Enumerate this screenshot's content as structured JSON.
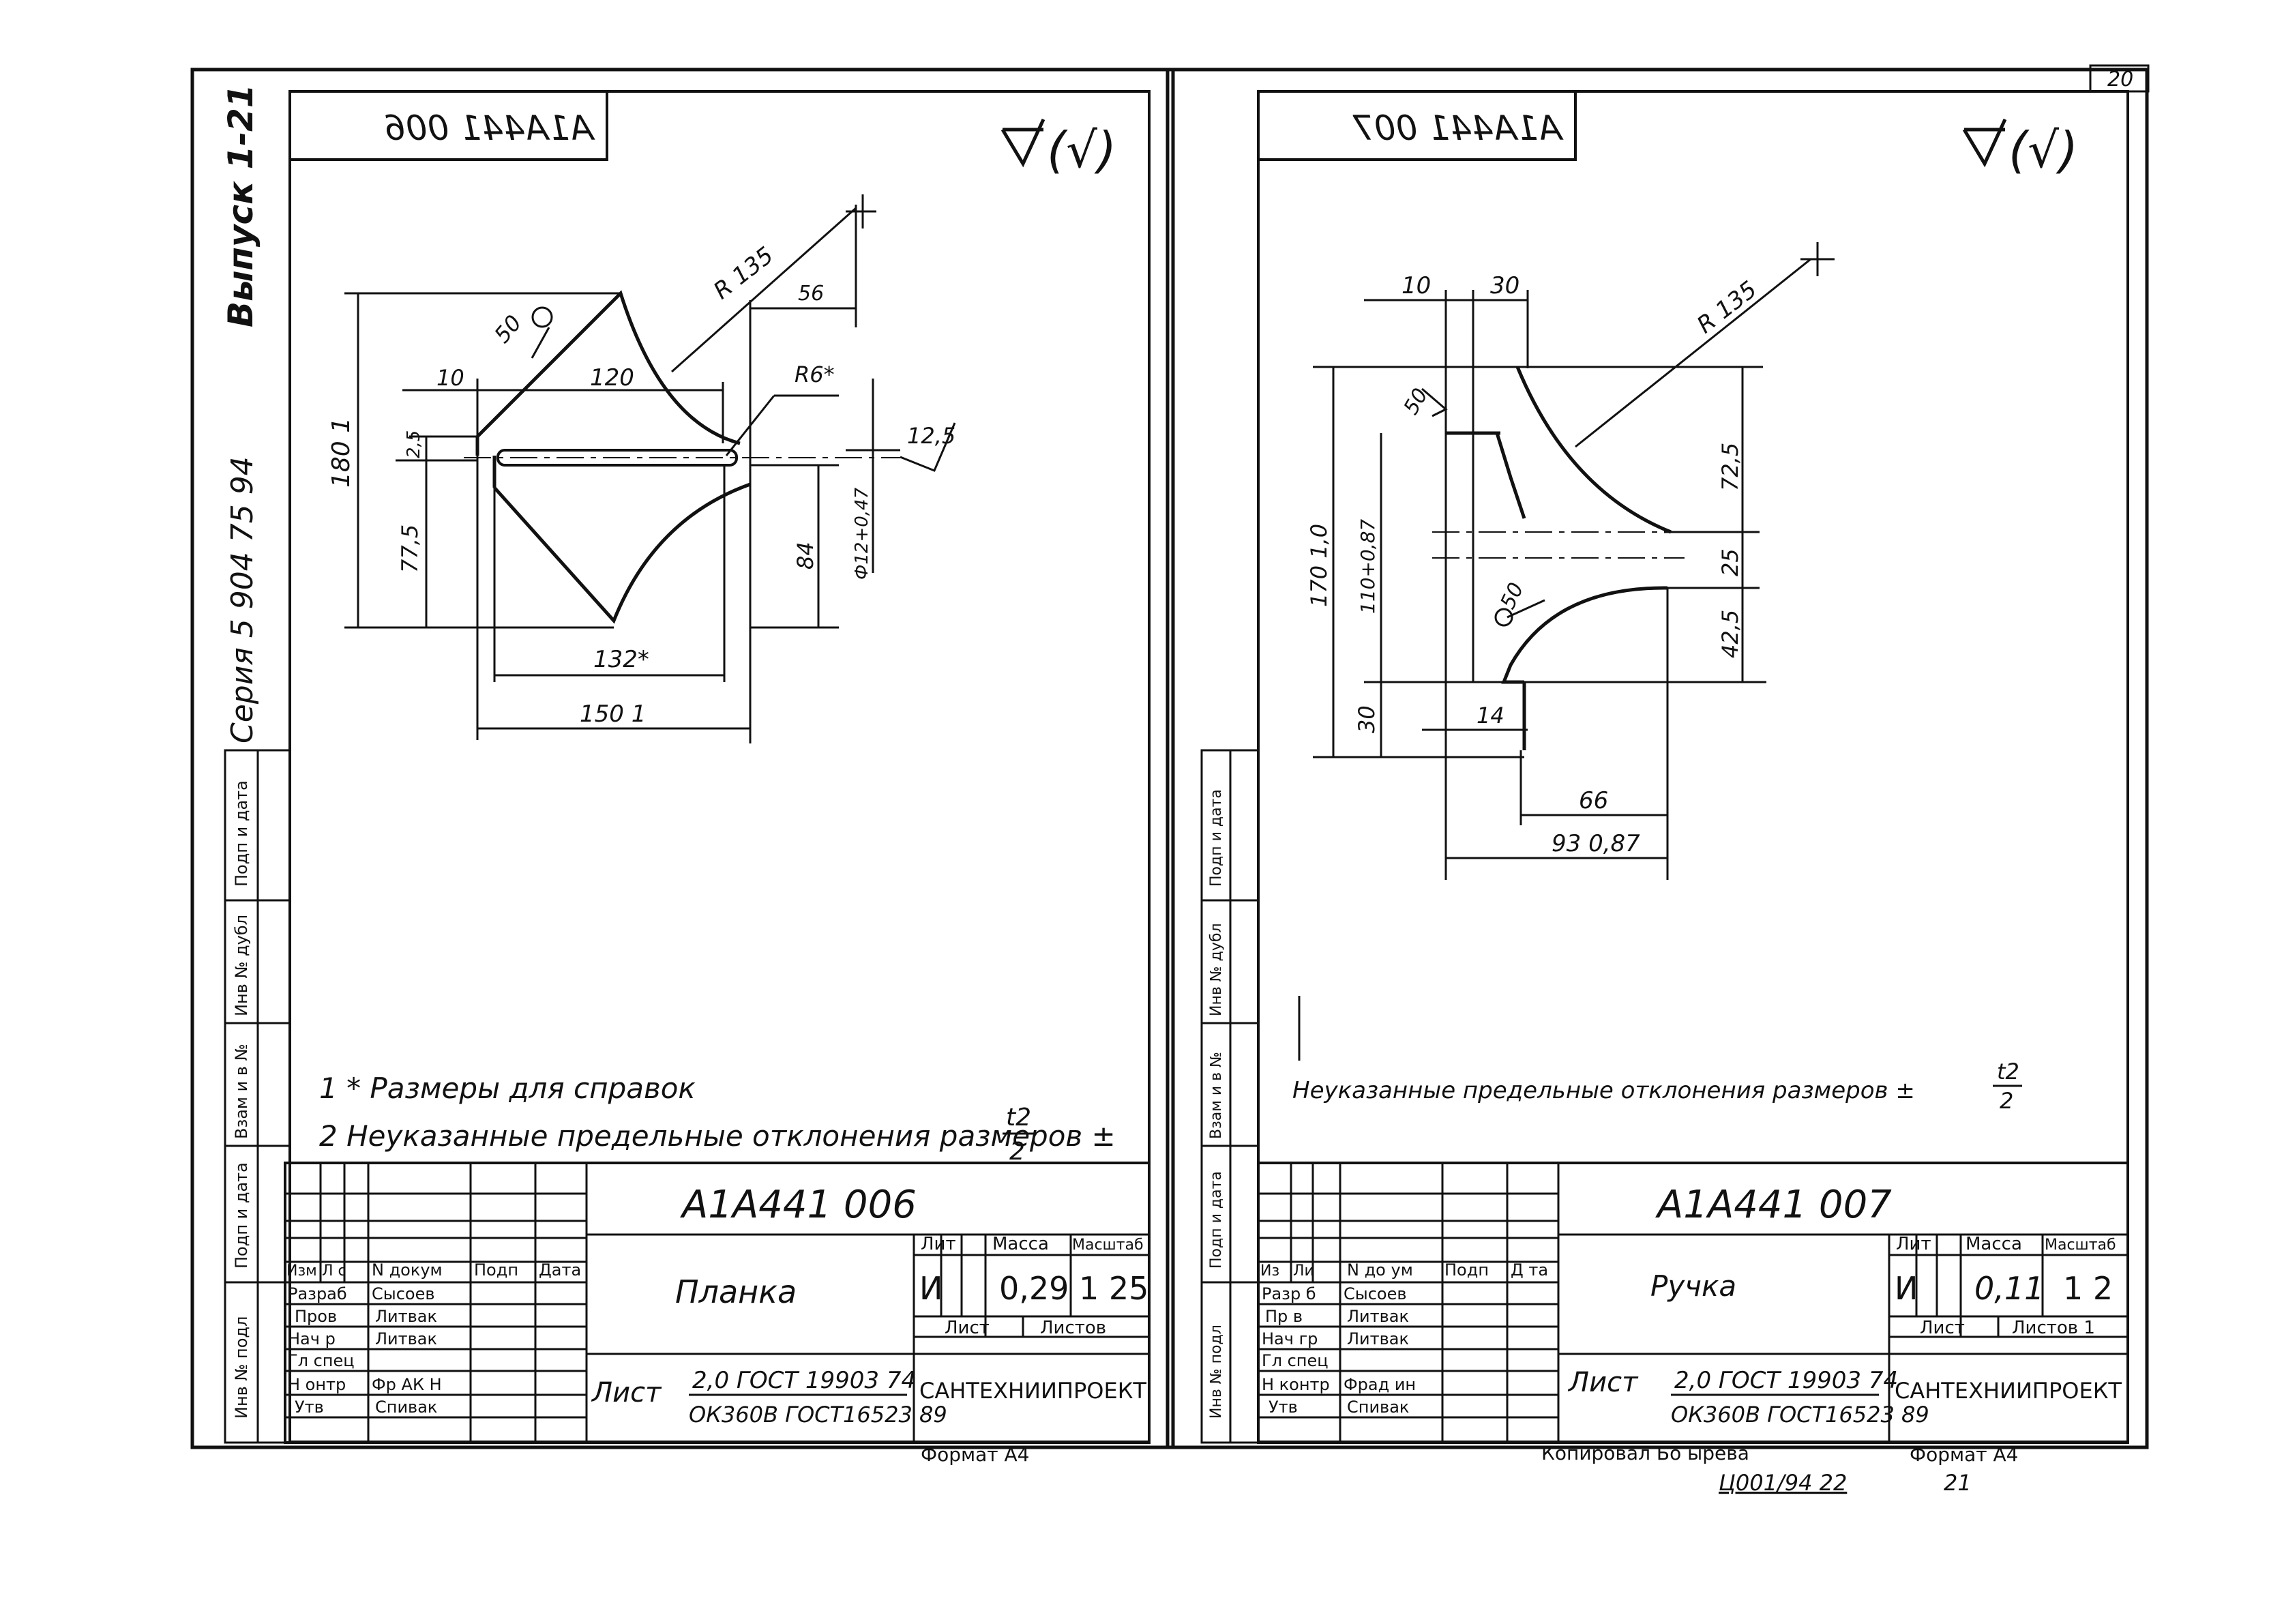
{
  "sheet_number": "20",
  "left_margin": {
    "issue": "Выпуск 1-21",
    "series": "Серия 5 904 75 94",
    "stamp": [
      "Подп и дата",
      "Инв № дубл",
      "Взам и в №",
      "Подп и дата",
      "Инв № подл"
    ]
  },
  "surface_sign": "(√)",
  "left": {
    "mirrored_code": "А1А441 006",
    "dims": {
      "r135": "R 135",
      "d56": "56",
      "d50": "50",
      "d10": "10",
      "d120": "120",
      "r6": "R6*",
      "d125": "12,5",
      "d180": "180 1",
      "d25": "2,5",
      "d775": "77,5",
      "d84": "84",
      "phi": "Ф12+0,47",
      "d132": "132*",
      "d150": "150 1"
    },
    "notes": [
      "1 * Размеры для справок",
      "2 Неуказанные предельные отклонения размеров ±"
    ],
    "note_frac": {
      "num": "t2",
      "den": "2"
    },
    "title_block": {
      "designation": "А1А441 006",
      "name": "Планка",
      "headers": {
        "izm": "Изм",
        "list": "Л с",
        "doc": "N докум",
        "sign": "Подп",
        "date": "Дата"
      },
      "roles": [
        "Разраб",
        "Пров",
        "Нач р",
        "Гл спец",
        "Н онтр",
        "Утв"
      ],
      "people": [
        "Сысоев",
        "Литвак",
        "Литвак",
        "",
        "Фр АК Н",
        "Спивак"
      ],
      "lit_label": "Лит",
      "mass_label": "Масса",
      "scale_label": "Масштаб",
      "lit": "И",
      "mass": "0,29",
      "scale": "1 25",
      "sheet_label": "Лист",
      "sheets_label": "Листов",
      "material_label": "Лист",
      "material_top": "2,0 ГОСТ 19903 74",
      "material_bottom": "ОК360В  ГОСТ16523 89",
      "org": "САНТЕХНИИПРОЕКТ",
      "format": "Формат А4"
    }
  },
  "right": {
    "mirrored_code": "А1А441 007",
    "dims": {
      "d10": "10",
      "d30t": "30",
      "r135": "R 135",
      "d50a": "50",
      "d725": "72,5",
      "d170": "170 1,0",
      "d110": "110+0,87",
      "d50b": "50",
      "d25": "25",
      "d425": "42,5",
      "d30l": "30",
      "d14": "14",
      "d66": "66",
      "d93": "93 0,87"
    },
    "note": "Неуказанные предельные отклонения размеров ±",
    "note_frac": {
      "num": "t2",
      "den": "2"
    },
    "title_block": {
      "designation": "А1А441 007",
      "name": "Ручка",
      "headers": {
        "izm": "Из",
        "list": "Ли",
        "doc": "N до ум",
        "sign": "Подп",
        "date": "Д та"
      },
      "roles": [
        "Разр б",
        "Пр в",
        "Нач гр",
        "Гл спец",
        "Н контр",
        "Утв"
      ],
      "people": [
        "Сысоев",
        "Литвак",
        "Литвак",
        "",
        "Фрад ин",
        "Спивак"
      ],
      "lit_label": "Лит",
      "mass_label": "Масса",
      "scale_label": "Масштаб",
      "lit": "И",
      "mass": "0,11",
      "scale": "1 2",
      "sheet_label": "Лист",
      "sheets_label": "Листов 1",
      "material_label": "Лист",
      "material_top": "2,0 ГОСТ 19903 74",
      "material_bottom": "ОК360В  ГОСТ16523 89",
      "org": "САНТЕХНИИПРОЕКТ",
      "format": "Формат А4"
    }
  },
  "bottom": {
    "copied": "Копировал Бо  ырева",
    "order": "Ц001/94 22",
    "page": "21"
  }
}
